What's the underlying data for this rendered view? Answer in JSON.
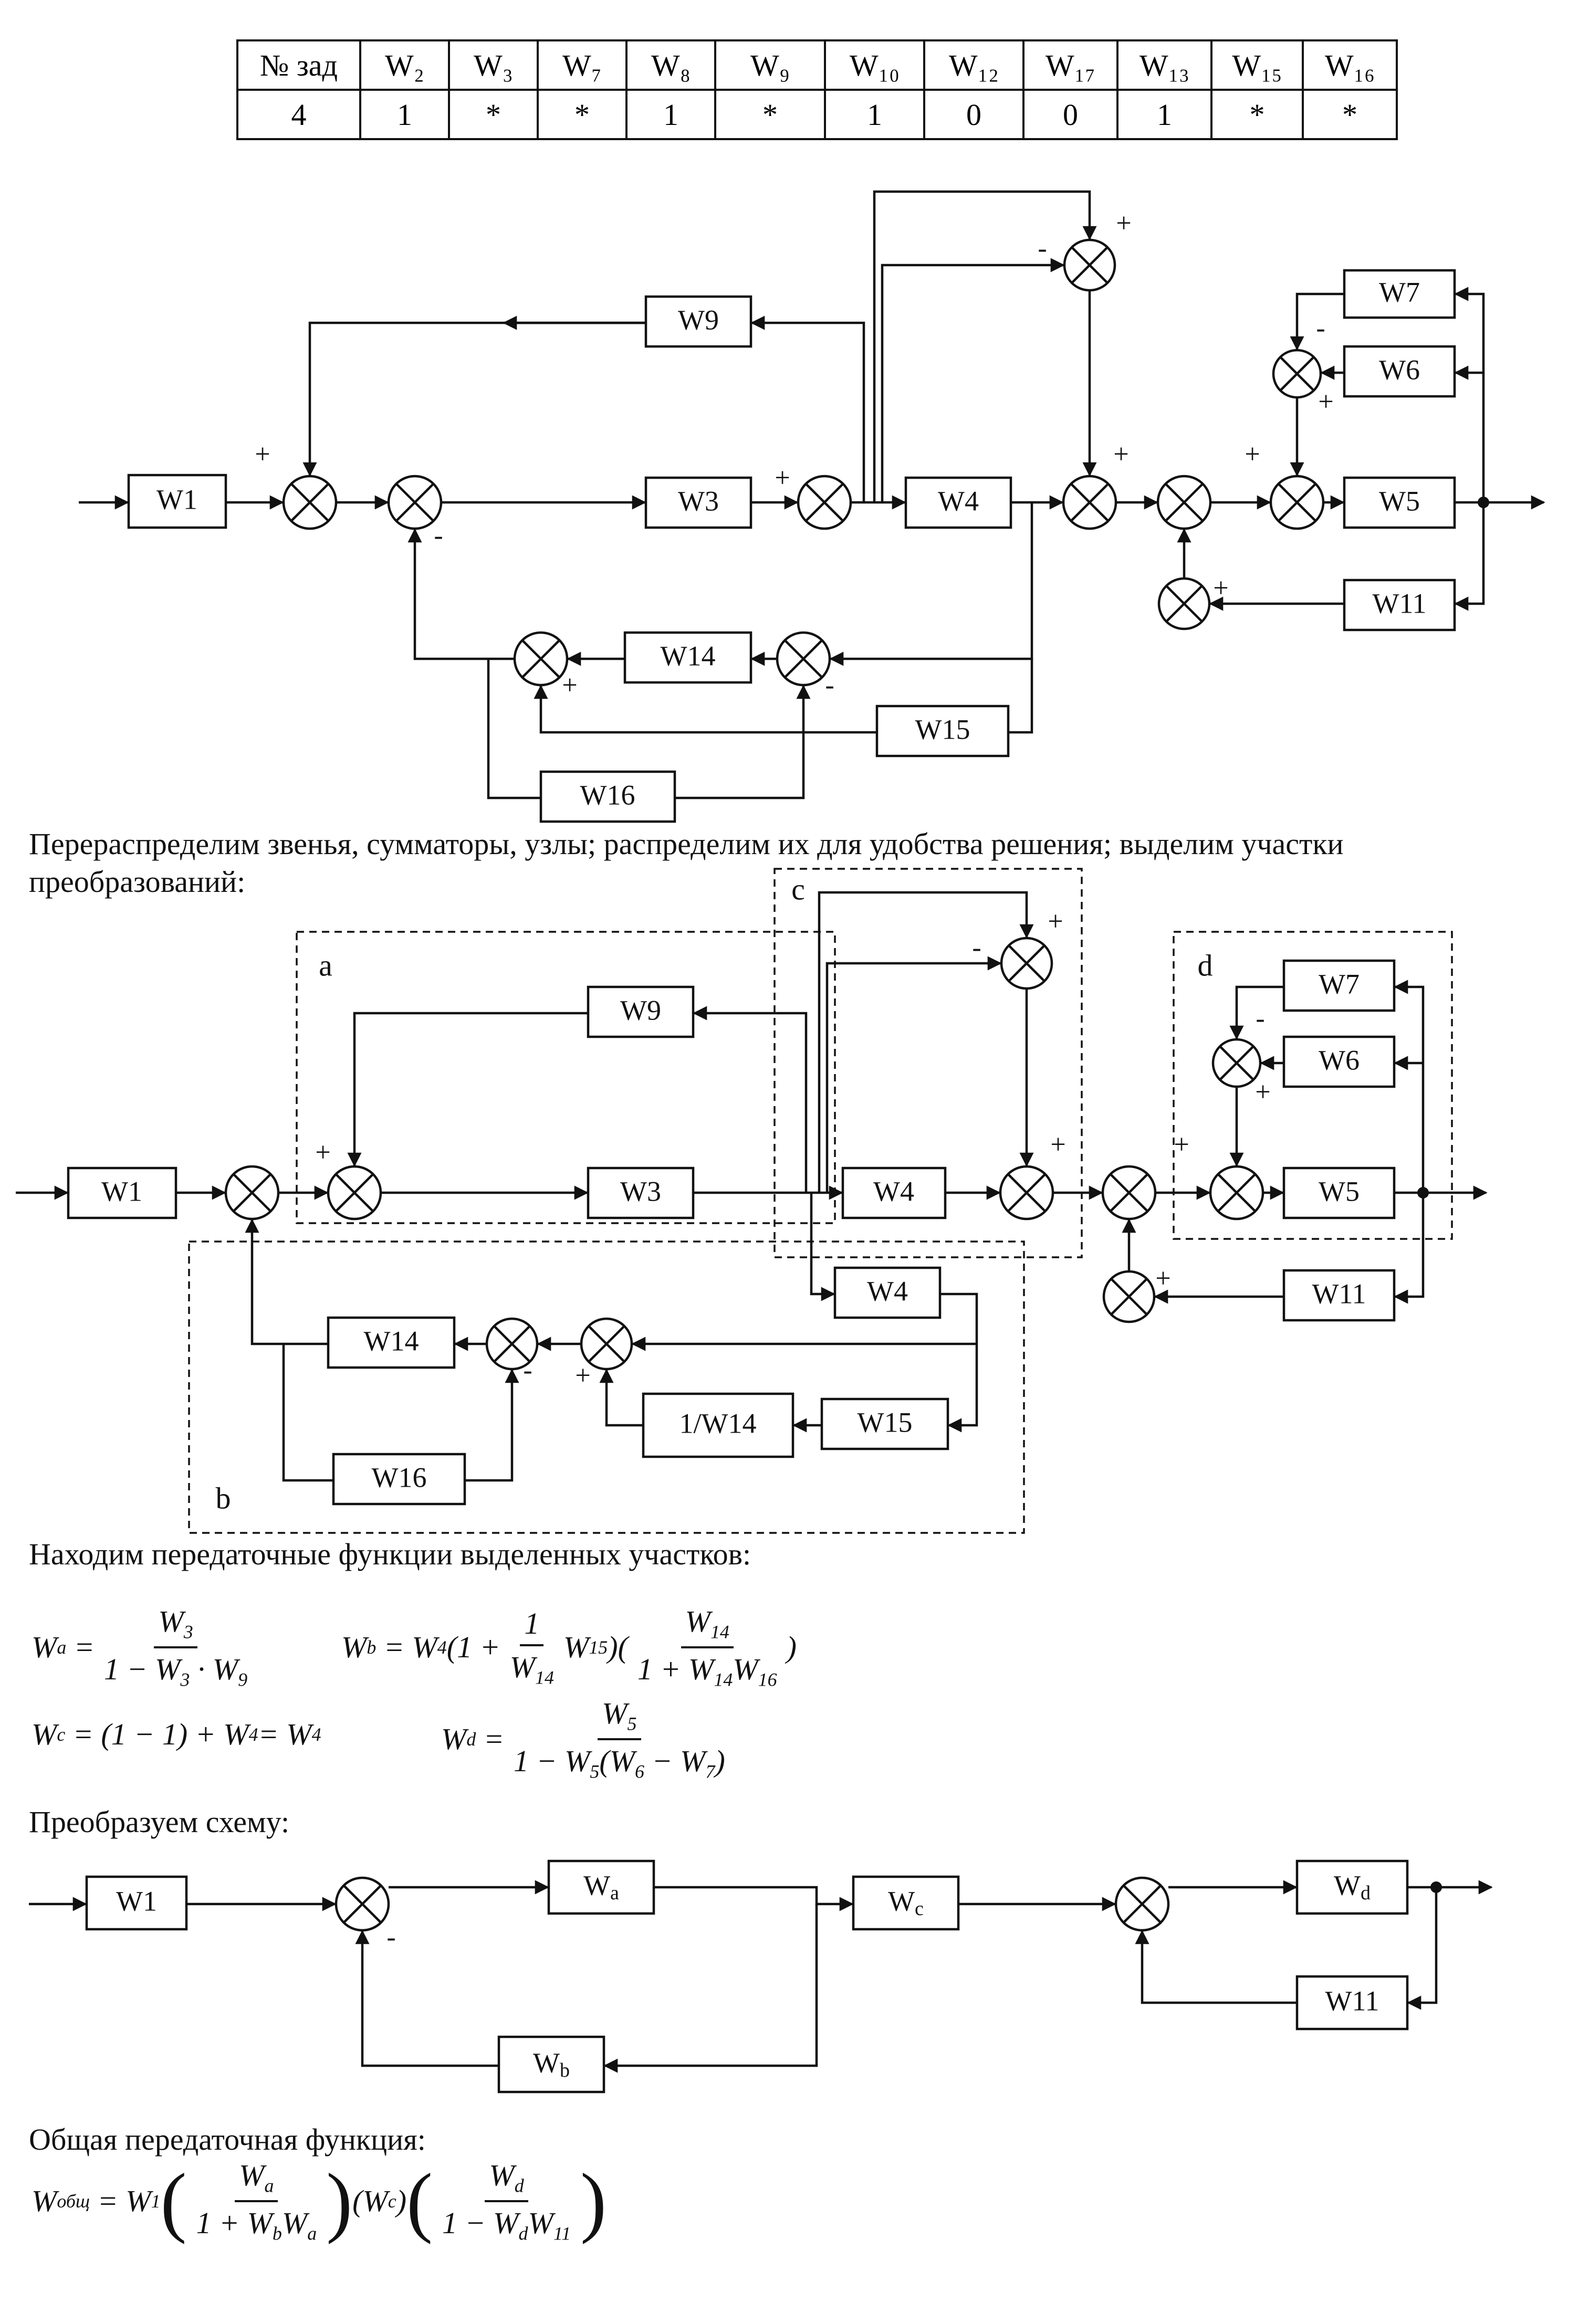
{
  "table": {
    "headers": [
      "№ зад",
      "W₂",
      "W₃",
      "W₇",
      "W₈",
      "W₉",
      "W₁₀",
      "W₁₂",
      "W₁₇",
      "W₁₃",
      "W₁₅",
      "W₁₆"
    ],
    "values": [
      "4",
      "1",
      "*",
      "*",
      "1",
      "*",
      "1",
      "0",
      "0",
      "1",
      "*",
      "*"
    ]
  },
  "text": {
    "para1": "Перераспределим  звенья, сумматоры, узлы; распределим их для удобства решения; выделим участки преобразований:",
    "para2": "Находим передаточные функции выделенных участков:",
    "para3": "Преобразуем схему:",
    "para4": "Общая передаточная функция:"
  },
  "diagram1": {
    "blocks": [
      "W1",
      "W9",
      "W3",
      "W4",
      "W7",
      "W6",
      "W5",
      "W11",
      "W14",
      "W15",
      "W16"
    ],
    "signs": {
      "plus": "+",
      "minus": "-"
    }
  },
  "diagram2": {
    "blocks": [
      "W1",
      "W9",
      "W3",
      "W4",
      "W4",
      "W14",
      "1/W14",
      "W15",
      "W16",
      "W7",
      "W6",
      "W5",
      "W11"
    ],
    "regions": [
      "a",
      "b",
      "c",
      "d"
    ]
  },
  "diagram3": {
    "blocks": [
      "W1",
      "Wa",
      "Wc",
      "Wd",
      "Wb",
      "W11"
    ]
  }
}
